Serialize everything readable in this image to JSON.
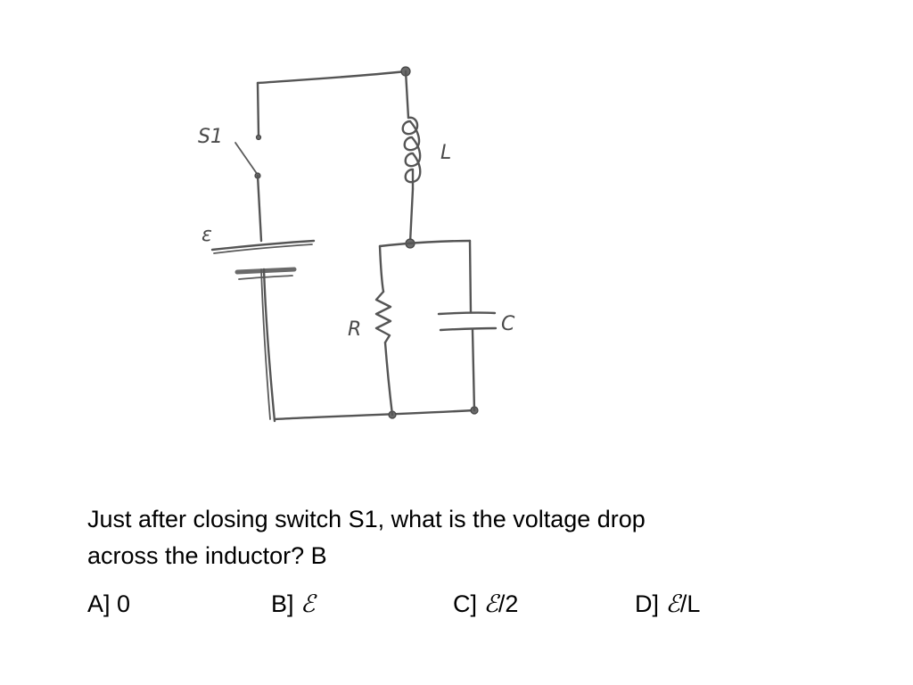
{
  "diagram": {
    "labels": {
      "switch": "S1",
      "emf": "ε",
      "inductor": "L",
      "resistor": "R",
      "capacitor": "C"
    }
  },
  "question": {
    "line1": "Just after closing switch S1, what is the voltage drop",
    "line2": "across the inductor?  B"
  },
  "answers": {
    "a": {
      "prefix": "A] 0",
      "suffix": ""
    },
    "b": {
      "prefix": "B] ",
      "symbol": "ℰ",
      "suffix": ""
    },
    "c": {
      "prefix": "C] ",
      "symbol": "ℰ",
      "suffix": "/2"
    },
    "d": {
      "prefix": "D] ",
      "symbol": "ℰ",
      "suffix": "/L"
    }
  }
}
